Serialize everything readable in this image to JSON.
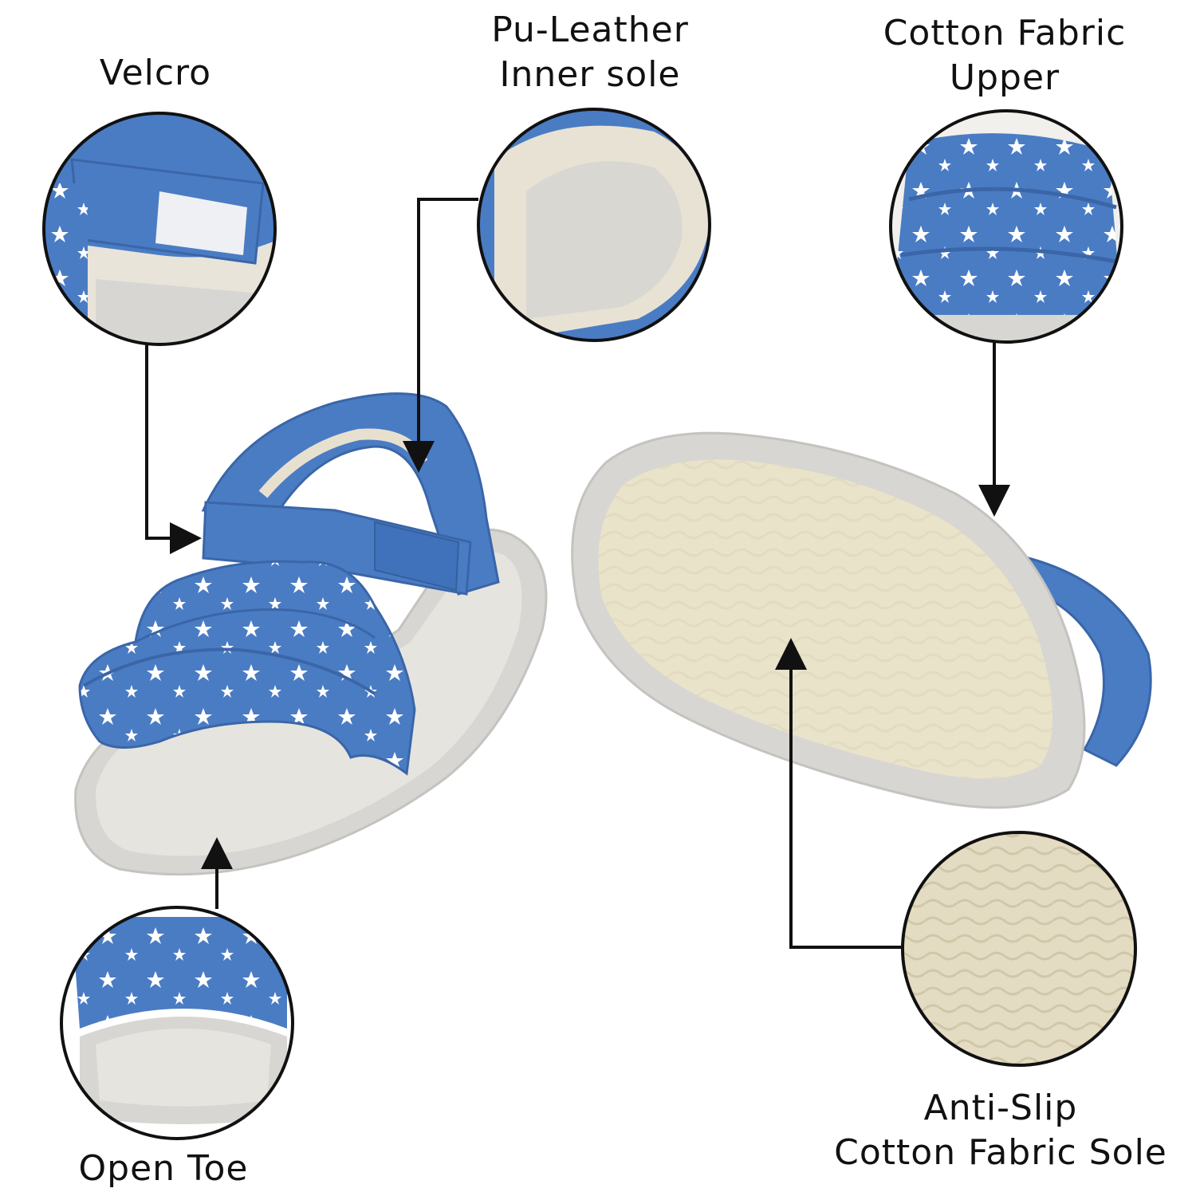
{
  "labels": {
    "velcro": "Velcro",
    "pu_leather_line1": "Pu-Leather",
    "pu_leather_line2": "Inner sole",
    "cotton_upper_line1": "Cotton Fabric",
    "cotton_upper_line2": "Upper",
    "open_toe": "Open Toe",
    "anti_slip_line1": "Anti-Slip",
    "anti_slip_line2": "Cotton Fabric Sole"
  },
  "colors": {
    "denim": "#4a7cc4",
    "denim_dark": "#3a66a8",
    "sole_gray": "#d8d6d2",
    "insole": "#e8e6e0",
    "outsole_cream": "#ece6cf",
    "texture": "#d6cfb2",
    "outline": "#111111"
  }
}
